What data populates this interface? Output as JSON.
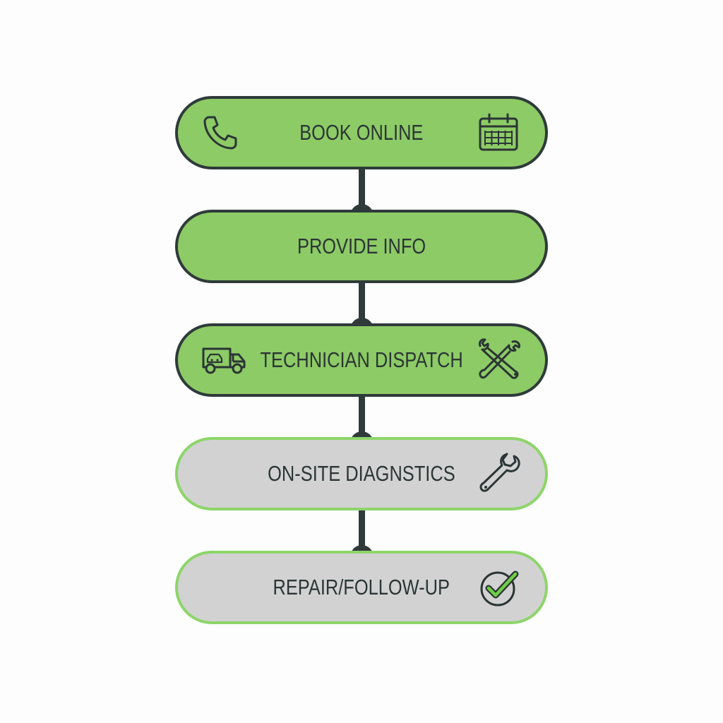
{
  "steps": [
    {
      "label": "BOOK ONLINE",
      "status": "done",
      "left_icon": "phone-icon",
      "right_icon": "calendar-icon"
    },
    {
      "label": "PROVIDE INFO",
      "status": "done"
    },
    {
      "label": "TECHNICIAN DISPATCH",
      "status": "done",
      "left_icon": "van-icon",
      "right_icon": "wrench-screwdriver-icon"
    },
    {
      "label": "ON-SITE DIAGNSTICS",
      "status": "pending",
      "right_icon": "wrench-icon"
    },
    {
      "label": "REPAIR/FOLLOW-UP",
      "status": "pending",
      "right_icon": "check-circle-icon"
    }
  ],
  "colors": {
    "done_fill": "#8dcb66",
    "done_border": "#2f3a3a",
    "pending_fill": "#d2d2d2",
    "pending_border": "#8dd56a",
    "connector": "#2f3a3a",
    "text": "#2b3535",
    "check_accent": "#6fcf46"
  }
}
